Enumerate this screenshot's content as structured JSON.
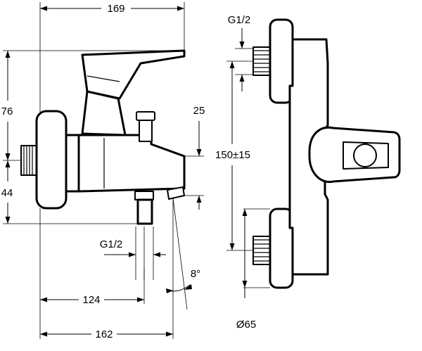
{
  "drawing": {
    "views": [
      "side-view",
      "front-view"
    ]
  },
  "side_view": {
    "dims": {
      "overall_width": "169",
      "height_upper": "76",
      "height_lower": "44",
      "spout_drop": "25",
      "thread_size": "G1/2",
      "spout_reach": "124",
      "overall_depth": "162",
      "spout_angle": "8°"
    }
  },
  "front_view": {
    "dims": {
      "thread_size": "G1/2",
      "center_distance": "150±15",
      "rosette_diameter": "Ø65"
    }
  }
}
